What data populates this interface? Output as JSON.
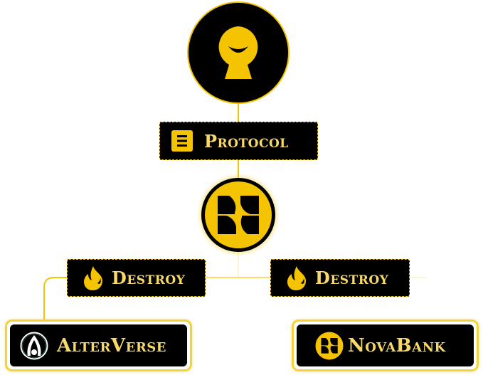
{
  "diagram": {
    "colors": {
      "accent": "#f5c400",
      "text": "#f7d96a",
      "node_fill": "#000000",
      "background": "#ffffff"
    },
    "nodes": {
      "root": {
        "icon": "keyhole-smile-icon",
        "label": ""
      },
      "hub": {
        "icon": "novabank-logo-icon",
        "label": ""
      },
      "alterverse": {
        "icon": "alterverse-logo-icon",
        "label": "AlterVerse"
      },
      "novabank": {
        "icon": "novabank-logo-icon",
        "label": "NovaBank"
      }
    },
    "edges": [
      {
        "from": "root",
        "to": "hub",
        "label": "Protocol",
        "icon": "document-icon"
      },
      {
        "from": "hub",
        "to": "alterverse",
        "label": "Destroy",
        "icon": "flame-icon"
      },
      {
        "from": "hub",
        "to": "novabank",
        "label": "Destroy",
        "icon": "flame-icon"
      }
    ]
  }
}
